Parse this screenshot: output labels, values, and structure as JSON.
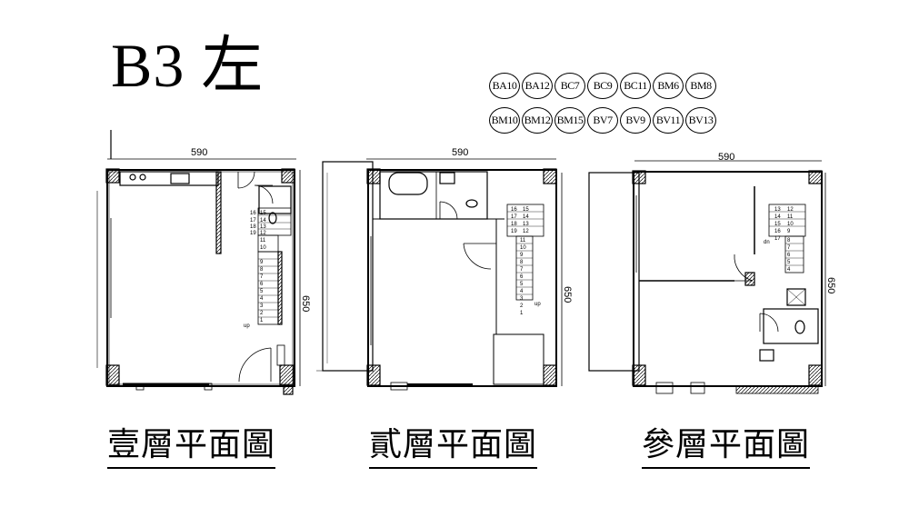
{
  "title": "B3 左",
  "unit_codes": {
    "row1": [
      "BA10",
      "BA12",
      "BC7",
      "BC9",
      "BC11",
      "BM6",
      "BM8"
    ],
    "row2": [
      "BM10",
      "BM12",
      "BM15",
      "BV7",
      "BV9",
      "BV11",
      "BV13"
    ]
  },
  "floors": [
    {
      "label": "壹層平面圖",
      "width_dim": "590",
      "depth_dim": "650",
      "stair_steps": [
        "16",
        "17",
        "18",
        "19",
        "15",
        "14",
        "13",
        "12",
        "11",
        "10",
        "9",
        "8",
        "7",
        "6",
        "5",
        "4",
        "3",
        "2",
        "1"
      ],
      "stair_note": "up"
    },
    {
      "label": "貳層平面圖",
      "width_dim": "590",
      "depth_dim": "650",
      "stair_steps": [
        "16",
        "17",
        "18",
        "19",
        "15",
        "14",
        "13",
        "12",
        "11",
        "10",
        "9",
        "8",
        "7",
        "6",
        "5",
        "4",
        "3",
        "2",
        "1"
      ],
      "stair_note": "up"
    },
    {
      "label": "參層平面圖",
      "width_dim": "590",
      "depth_dim": "650",
      "stair_steps": [
        "13",
        "14",
        "15",
        "16",
        "17",
        "12",
        "11",
        "10",
        "9",
        "8",
        "7",
        "6",
        "5",
        "4"
      ],
      "stair_note": "dn"
    }
  ]
}
